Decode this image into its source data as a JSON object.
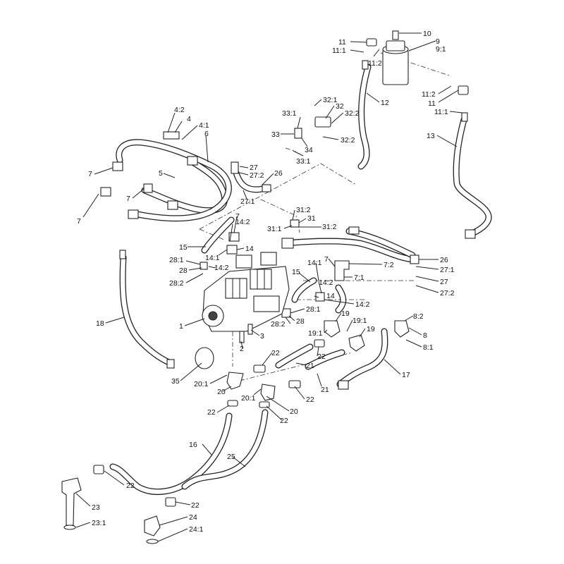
{
  "callouts": [
    {
      "id": "c10",
      "text": "10"
    },
    {
      "id": "c9",
      "text": "9"
    },
    {
      "id": "c9_1",
      "text": "9:1"
    },
    {
      "id": "c11a",
      "text": "11"
    },
    {
      "id": "c11_1a",
      "text": "11:1"
    },
    {
      "id": "c11_2a",
      "text": "11:2"
    },
    {
      "id": "c12",
      "text": "12"
    },
    {
      "id": "c11_2b",
      "text": "11:2"
    },
    {
      "id": "c11b",
      "text": "11"
    },
    {
      "id": "c11_1b",
      "text": "11:1"
    },
    {
      "id": "c13",
      "text": "13"
    },
    {
      "id": "c32_1",
      "text": "32:1"
    },
    {
      "id": "c32",
      "text": "32"
    },
    {
      "id": "c32_2a",
      "text": "32:2"
    },
    {
      "id": "c33_1a",
      "text": "33:1"
    },
    {
      "id": "c33",
      "text": "33"
    },
    {
      "id": "c34",
      "text": "34"
    },
    {
      "id": "c32_2b",
      "text": "32:2"
    },
    {
      "id": "c33_1b",
      "text": "33:1"
    },
    {
      "id": "c4_2",
      "text": "4:2"
    },
    {
      "id": "c4",
      "text": "4"
    },
    {
      "id": "c4_1",
      "text": "4:1"
    },
    {
      "id": "c6",
      "text": "6"
    },
    {
      "id": "c7a",
      "text": "7"
    },
    {
      "id": "c5",
      "text": "5"
    },
    {
      "id": "c7b",
      "text": "7"
    },
    {
      "id": "c7c",
      "text": "7"
    },
    {
      "id": "c27a",
      "text": "27"
    },
    {
      "id": "c27_2a",
      "text": "27:2"
    },
    {
      "id": "c26a",
      "text": "26"
    },
    {
      "id": "c27_1a",
      "text": "27:1"
    },
    {
      "id": "c31_2",
      "text": "31:2"
    },
    {
      "id": "c31",
      "text": "31"
    },
    {
      "id": "c31_1",
      "text": "31:1"
    },
    {
      "id": "c31_2b",
      "text": "31:2"
    },
    {
      "id": "c7d",
      "text": "7"
    },
    {
      "id": "c14_2a",
      "text": "14:2"
    },
    {
      "id": "c15a",
      "text": "15"
    },
    {
      "id": "c14a",
      "text": "14"
    },
    {
      "id": "c14_1a",
      "text": "14:1"
    },
    {
      "id": "c28_1a",
      "text": "28:1"
    },
    {
      "id": "c28a",
      "text": "28"
    },
    {
      "id": "c14_2b",
      "text": "14:2"
    },
    {
      "id": "c28_2a",
      "text": "28:2"
    },
    {
      "id": "c7e",
      "text": "7"
    },
    {
      "id": "c7_2",
      "text": "7:2"
    },
    {
      "id": "c26b",
      "text": "26"
    },
    {
      "id": "c27_1b",
      "text": "27:1"
    },
    {
      "id": "c27b",
      "text": "27"
    },
    {
      "id": "c27_2b",
      "text": "27:2"
    },
    {
      "id": "c14_1b",
      "text": "14:1"
    },
    {
      "id": "c15b",
      "text": "15"
    },
    {
      "id": "c7_1",
      "text": "7:1"
    },
    {
      "id": "c14_2c",
      "text": "14:2"
    },
    {
      "id": "c14b",
      "text": "14"
    },
    {
      "id": "c14_2d",
      "text": "14:2"
    },
    {
      "id": "c28_1b",
      "text": "28:1"
    },
    {
      "id": "c28_2b",
      "text": "28:2"
    },
    {
      "id": "c28b",
      "text": "28"
    },
    {
      "id": "c1",
      "text": "1"
    },
    {
      "id": "c3",
      "text": "3"
    },
    {
      "id": "c2",
      "text": "2"
    },
    {
      "id": "c18",
      "text": "18"
    },
    {
      "id": "c19a",
      "text": "19"
    },
    {
      "id": "c19_1a",
      "text": "19:1"
    },
    {
      "id": "c19_1b",
      "text": "19:1"
    },
    {
      "id": "c19b",
      "text": "19"
    },
    {
      "id": "c8_2",
      "text": "8:2"
    },
    {
      "id": "c8",
      "text": "8"
    },
    {
      "id": "c8_1",
      "text": "8:1"
    },
    {
      "id": "c22a",
      "text": "22"
    },
    {
      "id": "c22b",
      "text": "22"
    },
    {
      "id": "c21a",
      "text": "21"
    },
    {
      "id": "c21b",
      "text": "21"
    },
    {
      "id": "c17",
      "text": "17"
    },
    {
      "id": "c35",
      "text": "35"
    },
    {
      "id": "c20_1a",
      "text": "20:1"
    },
    {
      "id": "c20a",
      "text": "20"
    },
    {
      "id": "c22c",
      "text": "22"
    },
    {
      "id": "c20_1b",
      "text": "20:1"
    },
    {
      "id": "c20b",
      "text": "20"
    },
    {
      "id": "c22d",
      "text": "22"
    },
    {
      "id": "c22e",
      "text": "22"
    },
    {
      "id": "c16",
      "text": "16"
    },
    {
      "id": "c25",
      "text": "25"
    },
    {
      "id": "c22f",
      "text": "22"
    },
    {
      "id": "c23",
      "text": "23"
    },
    {
      "id": "c22g",
      "text": "22"
    },
    {
      "id": "c24",
      "text": "24"
    },
    {
      "id": "c24_1",
      "text": "24:1"
    },
    {
      "id": "c23_1",
      "text": "23:1"
    }
  ]
}
